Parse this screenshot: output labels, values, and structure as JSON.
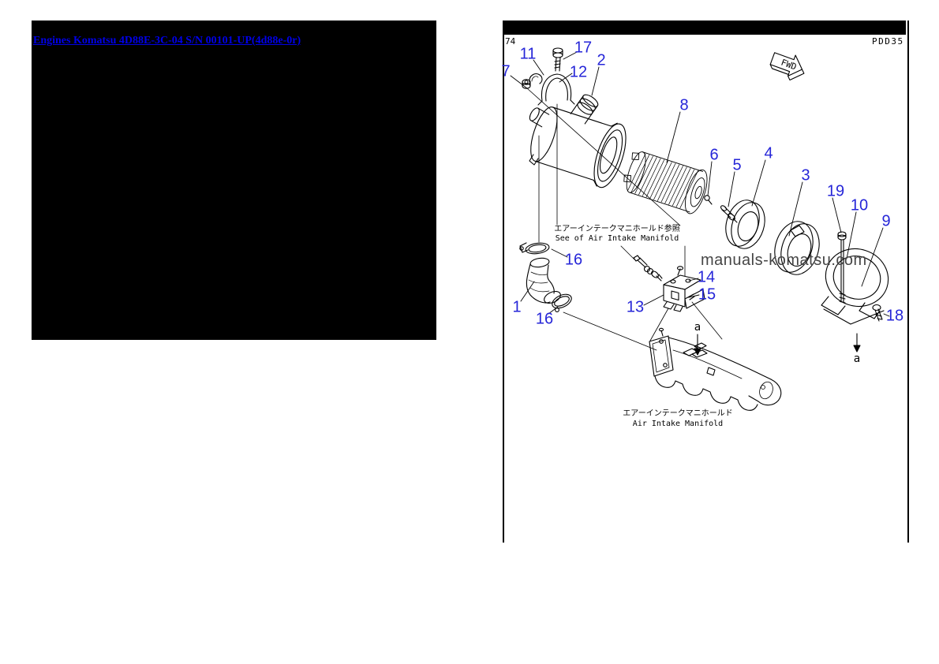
{
  "left_panel": {
    "background": "#000000",
    "link": {
      "label": "Engines Komatsu 4D88E-3C-04 S/N 00101-UP(4d88e-0r)",
      "color": "#0000e8"
    }
  },
  "diagram": {
    "sheet_number": "74",
    "figure_code": "PDD35",
    "fwd_label": "FWD",
    "watermark": {
      "text": "manuals-komatsu.com",
      "color": "#464646"
    },
    "note": {
      "ja": "エアーインテークマニホールド参照",
      "en": "See of Air Intake Manifold"
    },
    "caption": {
      "ja": "エアーインテークマニホールド",
      "en": "Air Intake Manifold"
    },
    "marker_label": "a",
    "callout_color": "#2626d8",
    "callouts": [
      "7",
      "11",
      "17",
      "12",
      "2",
      "8",
      "6",
      "5",
      "4",
      "3",
      "19",
      "10",
      "9",
      "16",
      "1",
      "16",
      "13",
      "14",
      "15",
      "18"
    ]
  }
}
